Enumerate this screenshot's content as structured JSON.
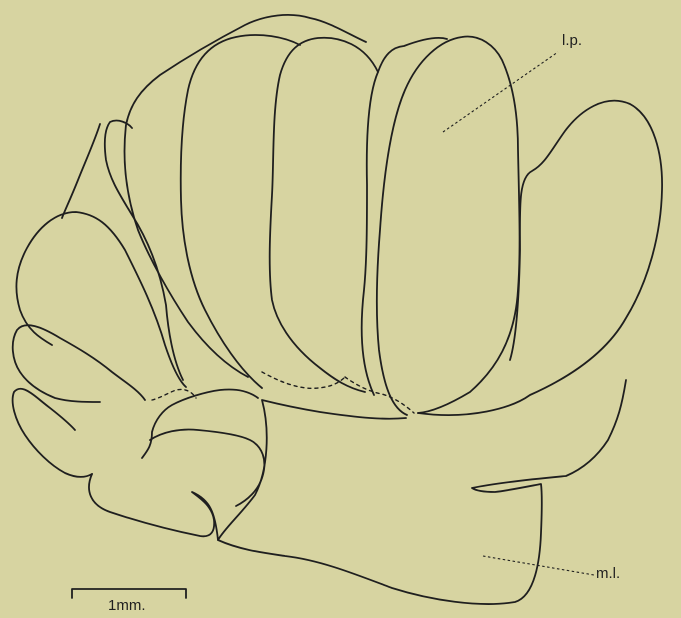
{
  "labels": {
    "lp": "l.p.",
    "ml": "m.l."
  },
  "scale_bar": {
    "label": "1mm."
  },
  "colors": {
    "background": "#d7d4a1",
    "ink": "#1f1f1f"
  }
}
